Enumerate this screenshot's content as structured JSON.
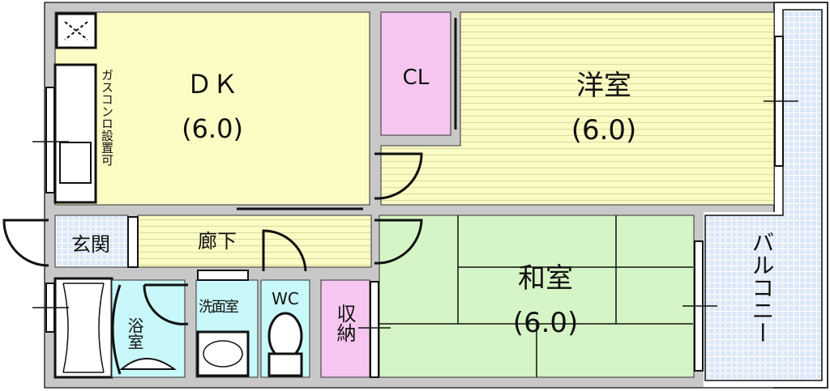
{
  "rooms": {
    "dk": {
      "name": "ＤＫ",
      "size": "(6.0)"
    },
    "closet": {
      "name": "CL"
    },
    "western_room": {
      "name": "洋室",
      "size": "(6.0)"
    },
    "japanese_room": {
      "name": "和室",
      "size": "(6.0)"
    },
    "entrance": {
      "name": "玄関"
    },
    "hallway": {
      "name": "廊下"
    },
    "bathroom": {
      "name": "浴室"
    },
    "washroom": {
      "name": "洗面室"
    },
    "toilet": {
      "name": "WC"
    },
    "storage": {
      "name": "収納"
    },
    "balcony": {
      "name": "バルコニー"
    }
  },
  "notes": {
    "gas_stove": "ガスコンロ設置可"
  },
  "colors": {
    "wall": "#c8c8c8",
    "yellow_floor": "#fbfbc4",
    "pink": "#f6c6f0",
    "green": "#d6f5c6",
    "cyan": "#c8f8fa",
    "blue_tile": "#dce8f8"
  }
}
